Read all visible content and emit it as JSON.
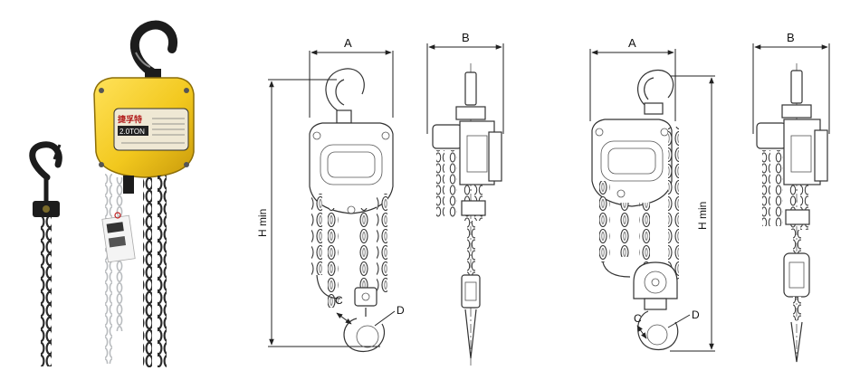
{
  "photo": {
    "plate_brand": "捷孚特",
    "plate_capacity": "2.0TON",
    "colors": {
      "body": "#f2c81e",
      "body_shadow": "#c99a0b",
      "hook": "#1c1c1c",
      "chain_dark": "#2b2b2b",
      "chain_light": "#b9bcbf"
    }
  },
  "drawing1": {
    "dim_a": "A",
    "dim_h": "H min",
    "dim_c": "C",
    "dim_d": "D"
  },
  "drawing2": {
    "dim_b": "B"
  },
  "drawing3": {
    "dim_a": "A",
    "dim_h": "H min",
    "dim_c": "C",
    "dim_d": "D"
  },
  "drawing4": {
    "dim_b": "B"
  }
}
